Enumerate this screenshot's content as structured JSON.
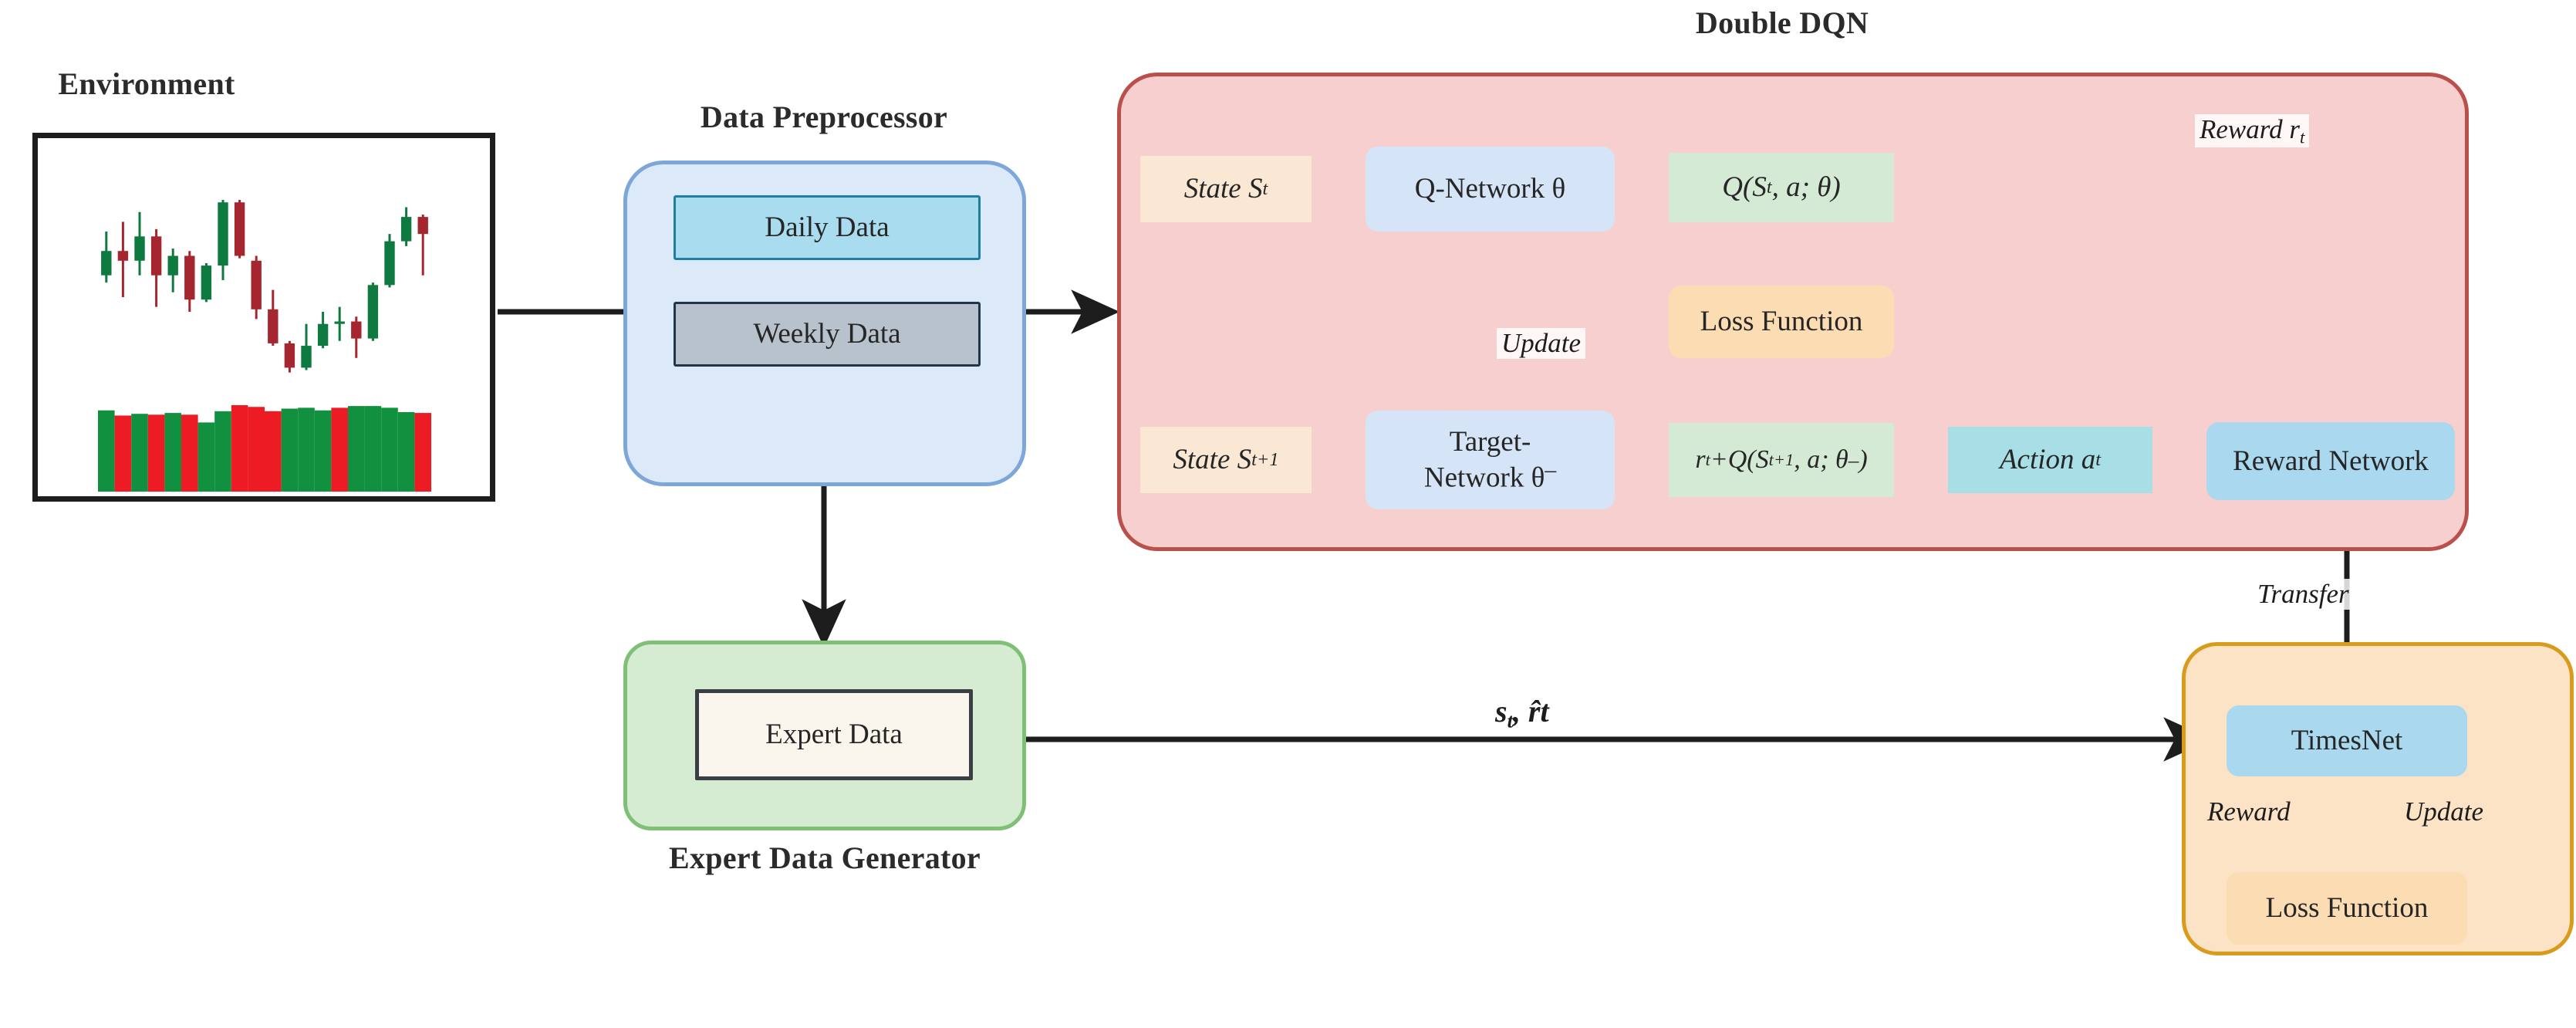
{
  "sections": {
    "environment": {
      "title": "Environment"
    },
    "preprocessor": {
      "title": "Data Preprocessor"
    },
    "dqn": {
      "title": "Double DQN"
    },
    "expert": {
      "title": "Expert Data Generator"
    }
  },
  "preprocessor_nodes": {
    "daily": "Daily Data",
    "weekly": "Weekly Data"
  },
  "expert_nodes": {
    "expert_data": "Expert Data"
  },
  "dqn_nodes": {
    "state_t": "State S",
    "state_t_sub": "t",
    "q_network": "Q-Network θ",
    "q_value": "Q(S",
    "q_value_sub": "t",
    "q_value_rest": ", a; θ)",
    "loss_function": "Loss Function",
    "state_t1": "State S",
    "state_t1_sub": "t+1",
    "target_network_l1": "Target-",
    "target_network_l2": "Network θ",
    "target_network_sup": "–",
    "target_value_a": "r",
    "target_value_a_sub": "t",
    "target_value_b": "+Q(S",
    "target_value_b_sub": "t+1",
    "target_value_c": ", a; θ",
    "target_value_sup": "–",
    "target_value_d": ")",
    "action": "Action a",
    "action_sub": "t",
    "reward_network": "Reward Network"
  },
  "timesnet_nodes": {
    "timesnet": "TimesNet",
    "loss_function": "Loss Function"
  },
  "edge_labels": {
    "reward_rt": "Reward r",
    "reward_rt_sub": "t",
    "update_dqn": "Update",
    "transfer": "Transfer",
    "reward_times": "Reward",
    "update_times": "Update",
    "expert_stream_a": "s",
    "expert_stream_a_sub": "t",
    "expert_stream_b": ", r̂t"
  },
  "colors": {
    "dqn_panel_fill": "#f7cfce",
    "dqn_panel_border": "#b9504c",
    "preprocessor_fill": "#dce9f9",
    "preprocessor_border": "#7da7d9",
    "expert_fill": "#d6ecd2",
    "expert_border": "#7fc077",
    "timesnet_fill": "#fce3c6",
    "timesnet_border": "#d99b1c",
    "state_box": "#fae8d4",
    "network_box": "#d6e4f7",
    "value_box": "#d5ead5",
    "loss_box": "#fbdcb3",
    "action_box": "#a8dfe6",
    "reward_network_box": "#a9d8ef",
    "daily_data": "#aadcef",
    "weekly_data": "#b8c2cc",
    "expert_data": "#faf6ed",
    "candle_up": "#0f7a40",
    "candle_down": "#a62630",
    "volume_up": "#119140",
    "volume_down": "#ed1c24",
    "arrow": "#1d1d1d"
  },
  "chart_data": {
    "type": "candlestick",
    "title": "Environment price chart",
    "candles": [
      {
        "open": 62,
        "close": 72,
        "high": 80,
        "low": 59,
        "dir": "up"
      },
      {
        "open": 72,
        "close": 68,
        "high": 84,
        "low": 53,
        "dir": "down"
      },
      {
        "open": 68,
        "close": 78,
        "high": 88,
        "low": 62,
        "dir": "up"
      },
      {
        "open": 78,
        "close": 62,
        "high": 81,
        "low": 49,
        "dir": "down"
      },
      {
        "open": 62,
        "close": 70,
        "high": 73,
        "low": 55,
        "dir": "up"
      },
      {
        "open": 70,
        "close": 52,
        "high": 72,
        "low": 47,
        "dir": "down"
      },
      {
        "open": 52,
        "close": 66,
        "high": 67,
        "low": 51,
        "dir": "up"
      },
      {
        "open": 66,
        "close": 92,
        "high": 93,
        "low": 60,
        "dir": "up"
      },
      {
        "open": 92,
        "close": 70,
        "high": 93,
        "low": 69,
        "dir": "down"
      },
      {
        "open": 68,
        "close": 48,
        "high": 70,
        "low": 44,
        "dir": "down"
      },
      {
        "open": 48,
        "close": 34,
        "high": 56,
        "low": 33,
        "dir": "down"
      },
      {
        "open": 34,
        "close": 24,
        "high": 35,
        "low": 22,
        "dir": "down"
      },
      {
        "open": 24,
        "close": 33,
        "high": 42,
        "low": 23,
        "dir": "up"
      },
      {
        "open": 33,
        "close": 42,
        "high": 47,
        "low": 32,
        "dir": "up"
      },
      {
        "open": 42,
        "close": 43,
        "high": 49,
        "low": 35,
        "dir": "up"
      },
      {
        "open": 43,
        "close": 36,
        "high": 45,
        "low": 28,
        "dir": "down"
      },
      {
        "open": 36,
        "close": 58,
        "high": 59,
        "low": 35,
        "dir": "up"
      },
      {
        "open": 58,
        "close": 76,
        "high": 79,
        "low": 57,
        "dir": "up"
      },
      {
        "open": 76,
        "close": 86,
        "high": 90,
        "low": 74,
        "dir": "up"
      },
      {
        "open": 86,
        "close": 79,
        "high": 87,
        "low": 62,
        "dir": "down"
      }
    ],
    "volumes": [
      {
        "v": 94,
        "dir": "up"
      },
      {
        "v": 88,
        "dir": "down"
      },
      {
        "v": 90,
        "dir": "up"
      },
      {
        "v": 89,
        "dir": "down"
      },
      {
        "v": 91,
        "dir": "up"
      },
      {
        "v": 89,
        "dir": "down"
      },
      {
        "v": 80,
        "dir": "up"
      },
      {
        "v": 93,
        "dir": "up"
      },
      {
        "v": 100,
        "dir": "down"
      },
      {
        "v": 98,
        "dir": "down"
      },
      {
        "v": 93,
        "dir": "down"
      },
      {
        "v": 96,
        "dir": "up"
      },
      {
        "v": 97,
        "dir": "up"
      },
      {
        "v": 94,
        "dir": "up"
      },
      {
        "v": 97,
        "dir": "down"
      },
      {
        "v": 99,
        "dir": "up"
      },
      {
        "v": 99,
        "dir": "up"
      },
      {
        "v": 97,
        "dir": "up"
      },
      {
        "v": 92,
        "dir": "up"
      },
      {
        "v": 91,
        "dir": "down"
      }
    ],
    "ylim": [
      20,
      100
    ]
  }
}
